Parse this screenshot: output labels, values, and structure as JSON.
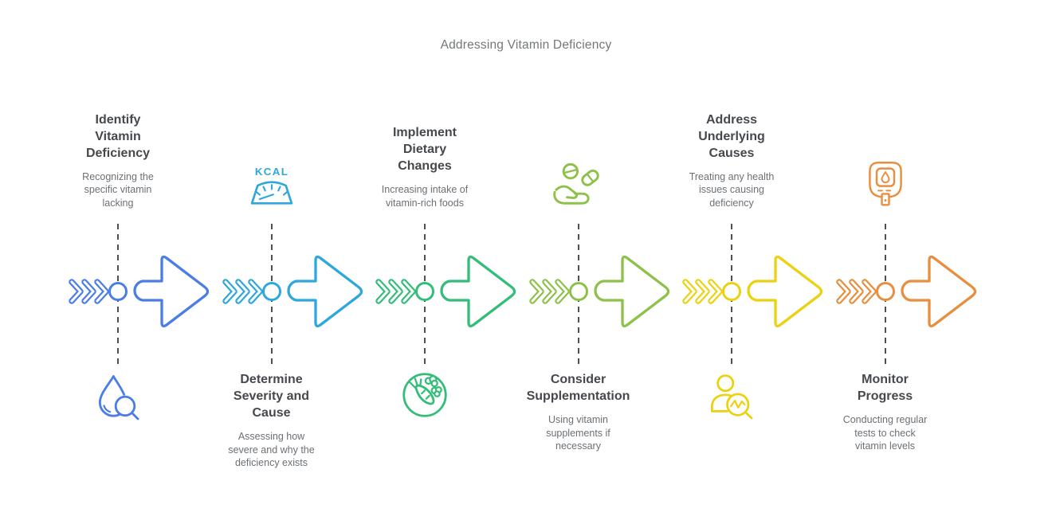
{
  "page": {
    "title": "Addressing Vitamin Deficiency"
  },
  "colors": {
    "background": "#ffffff",
    "diagram_title_text": "#737779",
    "step_title_text": "#45484c",
    "step_description_text": "#6b7075",
    "dashed_line": "#4d5053"
  },
  "steps": [
    {
      "title": "Identify\nVitamin\nDeficiency",
      "description": "Recognizing the\nspecific vitamin\nlacking",
      "text_position": "above",
      "color": "#4a7de8",
      "icon": "droplet-magnifier-icon"
    },
    {
      "title": "Determine\nSeverity and\nCause",
      "description": "Assessing how\nsevere and why the\ndeficiency exists",
      "text_position": "below",
      "color": "#2ea7de",
      "icon": "kcal-scale-icon",
      "icon_label": "KCAL"
    },
    {
      "title": "Implement\nDietary\nChanges",
      "description": "Increasing intake of\nvitamin-rich foods",
      "text_position": "above",
      "color": "#34bd79",
      "icon": "vegetables-icon"
    },
    {
      "title": "Consider\nSupplementation",
      "description": "Using vitamin\nsupplements if\nnecessary",
      "text_position": "below",
      "color": "#8dc14a",
      "icon": "hand-pills-icon"
    },
    {
      "title": "Address\nUnderlying\nCauses",
      "description": "Treating any health\nissues causing\ndeficiency",
      "text_position": "above",
      "color": "#ecd111",
      "icon": "person-analysis-icon"
    },
    {
      "title": "Monitor\nProgress",
      "description": "Conducting regular\ntests to check\nvitamin levels",
      "text_position": "below",
      "color": "#e88e3f",
      "icon": "glucose-meter-icon"
    }
  ]
}
